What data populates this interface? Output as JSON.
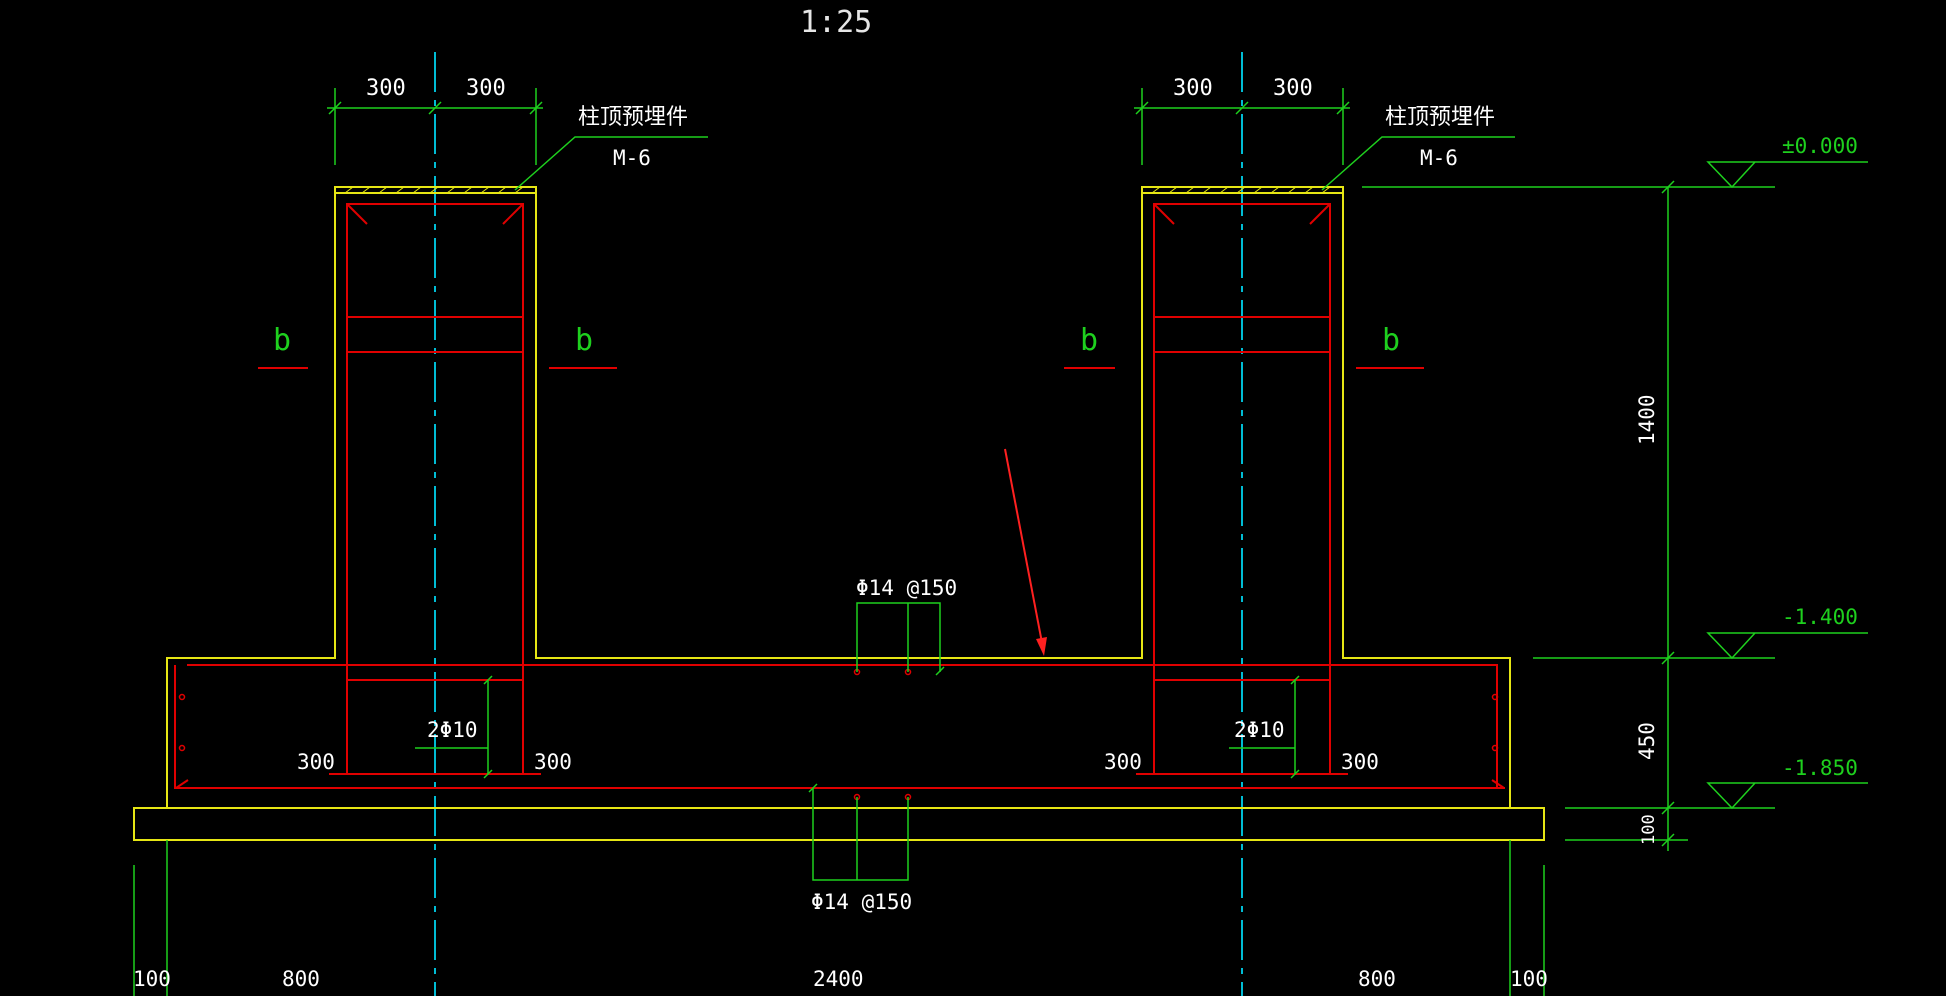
{
  "drawing": {
    "scale_label": "1:25",
    "colors": {
      "background": "#000000",
      "outline": "#e6e614",
      "rebar": "#e00000",
      "dimension": "#1ed01e",
      "centerline": "#00bcd4",
      "text": "#ffffff",
      "arrow": "#ff2020"
    },
    "left_pier": {
      "dim_left": "300",
      "dim_right": "300",
      "embed_label": "柱顶预埋件",
      "embed_code": "M-6",
      "section_left": "b",
      "section_right": "b",
      "stirrup_label": "2Φ10",
      "side_left": "300",
      "side_right": "300"
    },
    "right_pier": {
      "dim_left": "300",
      "dim_right": "300",
      "embed_label": "柱顶预埋件",
      "embed_code": "M-6",
      "section_left": "b",
      "section_right": "b",
      "stirrup_label": "2Φ10",
      "side_left": "300",
      "side_right": "300"
    },
    "top_rebar_label": "Φ14 @150",
    "bottom_rebar_label": "Φ14 @150",
    "elevations": {
      "top": "±0.000",
      "mid": "-1.400",
      "bottom": "-1.850"
    },
    "vertical_dims": {
      "pier_height": "1400",
      "footing_height": "450",
      "cushion_height": "100"
    },
    "bottom_dims": [
      "100",
      "800",
      "2400",
      "800",
      "100"
    ]
  }
}
